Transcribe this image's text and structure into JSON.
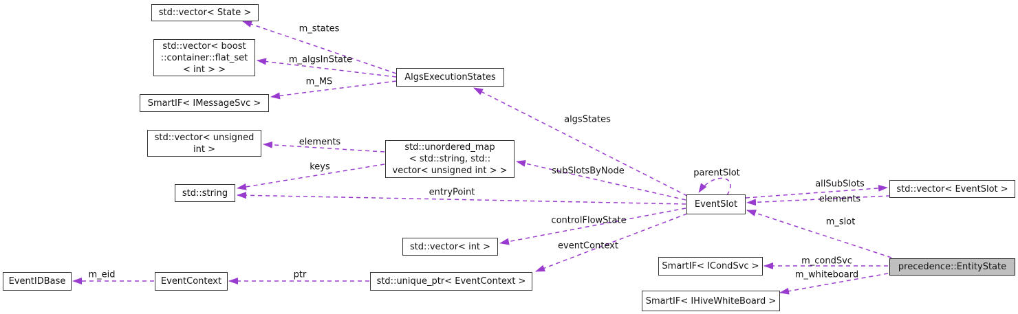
{
  "diagram": {
    "type": "collaboration-graph",
    "highlighted_class": "precedence::EntityState",
    "nodes": [
      {
        "id": "std-vector-state",
        "lines": [
          "std::vector< State >"
        ]
      },
      {
        "id": "std-vector-flat-set",
        "lines": [
          "std::vector< boost",
          "::container::flat_set",
          "< int > >"
        ]
      },
      {
        "id": "smartif-imessagesvc",
        "lines": [
          "SmartIF< IMessageSvc >"
        ]
      },
      {
        "id": "algs-execution-states",
        "lines": [
          "AlgsExecutionStates"
        ]
      },
      {
        "id": "std-vector-unsigned-int",
        "lines": [
          "std::vector< unsigned",
          "int >"
        ]
      },
      {
        "id": "std-string",
        "lines": [
          "std::string"
        ]
      },
      {
        "id": "std-unordered-map",
        "lines": [
          "std::unordered_map",
          "< std::string, std::",
          "vector< unsigned int > >"
        ]
      },
      {
        "id": "std-vector-int",
        "lines": [
          "std::vector< int >"
        ]
      },
      {
        "id": "event-id-base",
        "lines": [
          "EventIDBase"
        ]
      },
      {
        "id": "event-context",
        "lines": [
          "EventContext"
        ]
      },
      {
        "id": "std-unique-ptr-event-context",
        "lines": [
          "std::unique_ptr< EventContext >"
        ]
      },
      {
        "id": "event-slot",
        "lines": [
          "EventSlot"
        ]
      },
      {
        "id": "std-vector-event-slot",
        "lines": [
          "std::vector< EventSlot >"
        ]
      },
      {
        "id": "smartif-icondsvc",
        "lines": [
          "SmartIF< ICondSvc >"
        ]
      },
      {
        "id": "smartif-ihivewhiteboard",
        "lines": [
          "SmartIF< IHiveWhiteBoard >"
        ]
      },
      {
        "id": "precedence-entity-state",
        "lines": [
          "precedence::EntityState"
        ],
        "highlight": true
      }
    ],
    "edges": [
      {
        "id": "m-states",
        "label": "m_states",
        "from": "algs-execution-states",
        "to": "std-vector-state"
      },
      {
        "id": "m-algs-in-state",
        "label": "m_algsInState",
        "from": "algs-execution-states",
        "to": "std-vector-flat-set"
      },
      {
        "id": "m-ms",
        "label": "m_MS",
        "from": "algs-execution-states",
        "to": "smartif-imessagesvc"
      },
      {
        "id": "algs-states",
        "label": "algsStates",
        "from": "event-slot",
        "to": "algs-execution-states"
      },
      {
        "id": "elements-map",
        "label": "elements",
        "from": "std-unordered-map",
        "to": "std-vector-unsigned-int"
      },
      {
        "id": "keys",
        "label": "keys",
        "from": "std-unordered-map",
        "to": "std-string"
      },
      {
        "id": "entry-point",
        "label": "entryPoint",
        "from": "event-slot",
        "to": "std-string"
      },
      {
        "id": "sub-slots-by-node",
        "label": "subSlotsByNode",
        "from": "event-slot",
        "to": "std-unordered-map"
      },
      {
        "id": "control-flow-state",
        "label": "controlFlowState",
        "from": "event-slot",
        "to": "std-vector-int"
      },
      {
        "id": "event-context",
        "label": "eventContext",
        "from": "event-slot",
        "to": "std-unique-ptr-event-context"
      },
      {
        "id": "parent-slot",
        "label": "parentSlot",
        "from": "event-slot",
        "to": "event-slot"
      },
      {
        "id": "all-sub-slots",
        "label": "allSubSlots",
        "from": "event-slot",
        "to": "std-vector-event-slot"
      },
      {
        "id": "elements-vec",
        "label": "elements",
        "from": "std-vector-event-slot",
        "to": "event-slot"
      },
      {
        "id": "m-slot",
        "label": "m_slot",
        "from": "precedence-entity-state",
        "to": "event-slot"
      },
      {
        "id": "m-eid",
        "label": "m_eid",
        "from": "event-context",
        "to": "event-id-base"
      },
      {
        "id": "ptr",
        "label": "ptr",
        "from": "std-unique-ptr-event-context",
        "to": "event-context"
      },
      {
        "id": "m-cond-svc",
        "label": "m_condSvc",
        "from": "precedence-entity-state",
        "to": "smartif-icondsvc"
      },
      {
        "id": "m-whiteboard",
        "label": "m_whiteboard",
        "from": "precedence-entity-state",
        "to": "smartif-ihivewhiteboard"
      }
    ]
  },
  "colors": {
    "edge": "#9a3bd0",
    "node_border": "#333333",
    "node_fill": "#ffffff",
    "highlight_fill": "#bfbfbf",
    "background": "#ffffff"
  }
}
